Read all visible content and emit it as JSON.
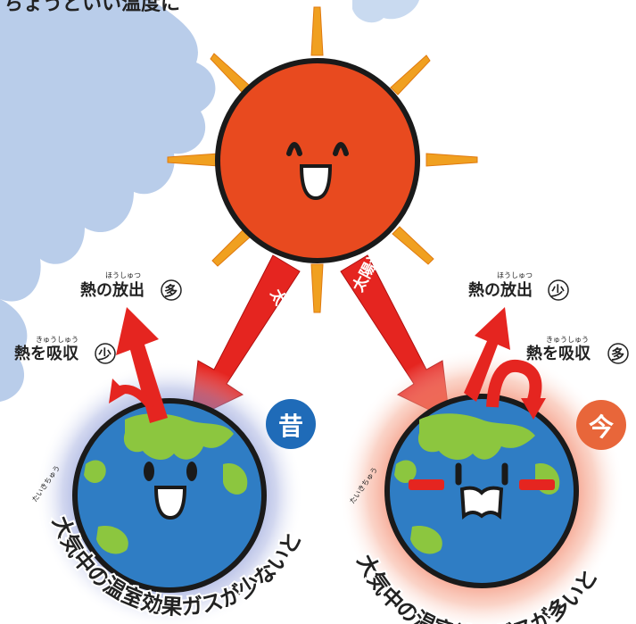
{
  "header": {
    "cut_text": "ちょうどいい温度に"
  },
  "sun": {
    "ray_color": "#f0a020",
    "body_color": "#e84a1f"
  },
  "sunlight": {
    "left_label": "太陽光",
    "right_label": "太陽光",
    "arrow_color": "#e52520"
  },
  "past": {
    "badge": "昔",
    "badge_color": "#1f6bb8",
    "release_label": "熱の放出",
    "release_ruby": "ほうしゅつ",
    "release_mark": "多",
    "absorb_label": "熱を吸収",
    "absorb_ruby": "きゅうしゅう",
    "absorb_mark": "少",
    "caption": "大気中の温室効果ガスが少ないと",
    "caption_ruby": "たいきちゅう"
  },
  "present": {
    "badge": "今",
    "badge_color": "#e8663a",
    "release_label": "熱の放出",
    "release_ruby": "ほうしゅつ",
    "release_mark": "少",
    "absorb_label": "熱を吸収",
    "absorb_ruby": "きゅうしゅう",
    "absorb_mark": "多",
    "caption": "大気中の温室効果ガスが多いと",
    "caption_ruby": "たいきちゅう"
  },
  "earth": {
    "ocean_color": "#2f7dc4",
    "land_color": "#8cc63f"
  }
}
